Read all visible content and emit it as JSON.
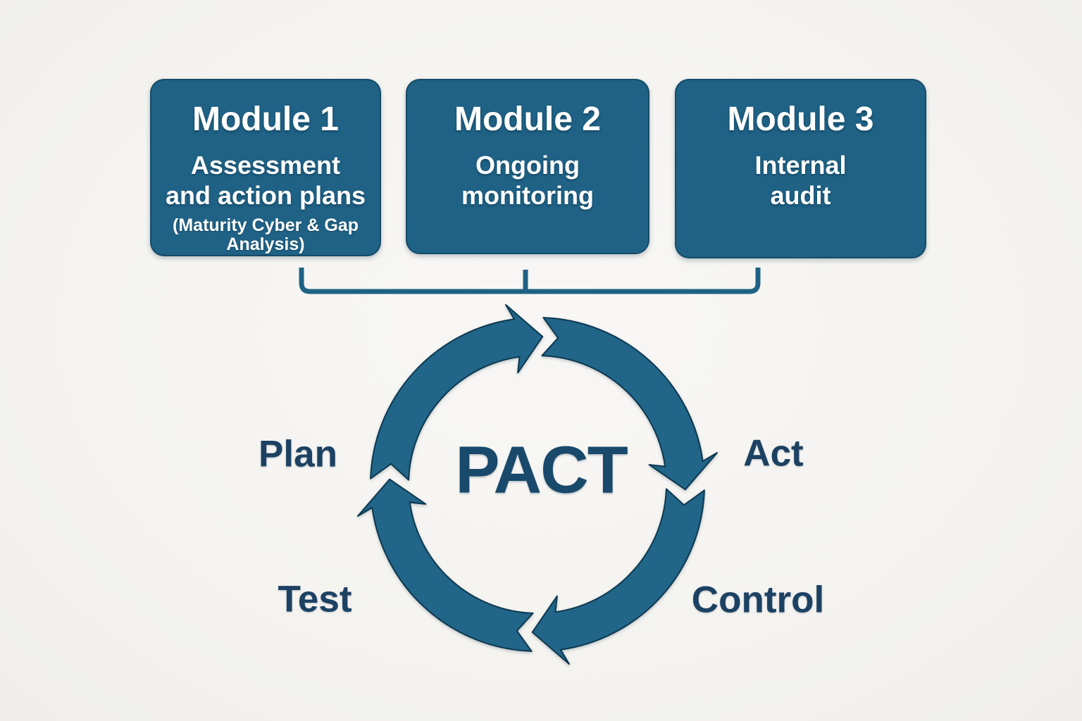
{
  "canvas": {
    "background_color": "#f5f4f1",
    "accent_color": "#1f6285",
    "accent_edge_color": "#0d3850",
    "label_text_color": "#1c4162",
    "center_text_color": "#19496b"
  },
  "modules": [
    {
      "title": "Module 1",
      "subtitle_line1": "Assessment",
      "subtitle_line2": "and action plans",
      "note_line1": "(Maturity Cyber & Gap",
      "note_line2": "Analysis)"
    },
    {
      "title": "Module 2",
      "subtitle_line1": "Ongoing",
      "subtitle_line2": "monitoring"
    },
    {
      "title": "Module 3",
      "subtitle_line1": "Internal",
      "subtitle_line2": "audit"
    }
  ],
  "cycle": {
    "center_label": "PACT",
    "direction": "clockwise",
    "steps": [
      {
        "label": "Plan",
        "position": "left"
      },
      {
        "label": "Act",
        "position": "right"
      },
      {
        "label": "Test",
        "position": "bottom-left"
      },
      {
        "label": "Control",
        "position": "bottom-right"
      }
    ]
  }
}
